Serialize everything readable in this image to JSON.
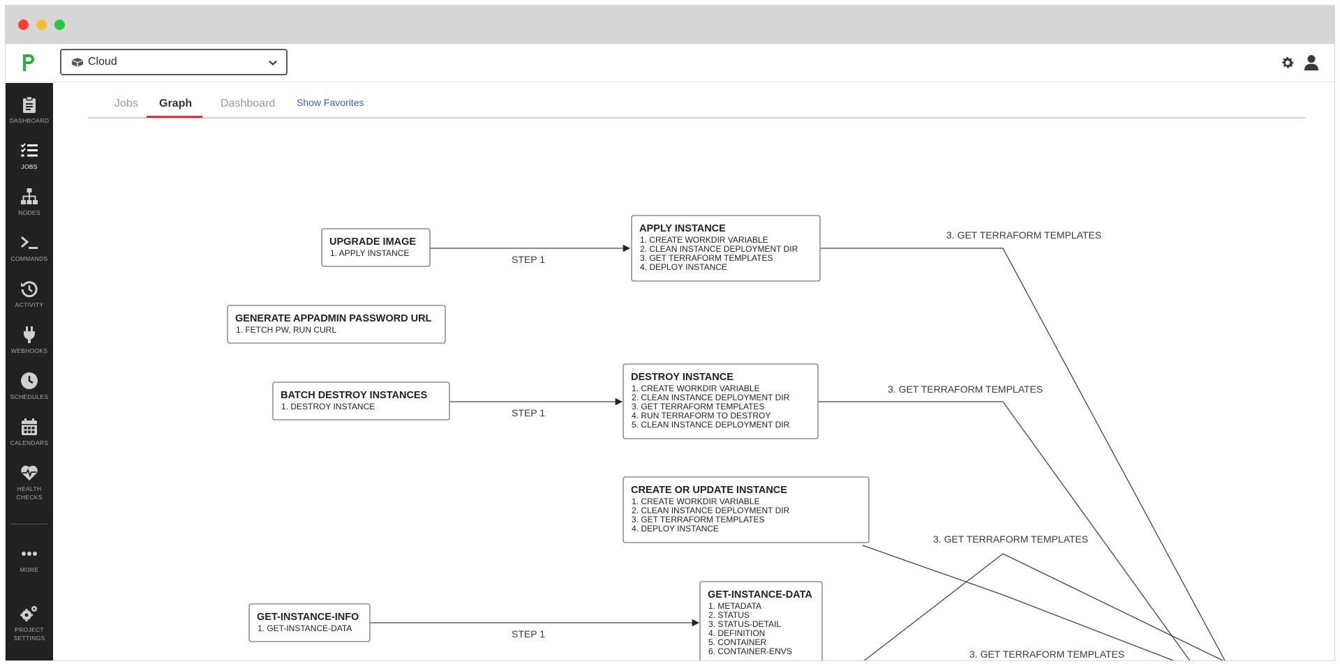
{
  "app": {
    "project_name": "Cloud",
    "accent_color": "#e03131",
    "logo_color": "#27b343"
  },
  "sidebar": {
    "items": [
      {
        "label": "DASHBOARD",
        "icon": "clipboard-icon"
      },
      {
        "label": "JOBS",
        "icon": "list-check-icon",
        "active": true
      },
      {
        "label": "NODES",
        "icon": "sitemap-icon"
      },
      {
        "label": "COMMANDS",
        "icon": "terminal-icon"
      },
      {
        "label": "ACTIVITY",
        "icon": "history-icon"
      },
      {
        "label": "WEBHOOKS",
        "icon": "plug-icon"
      },
      {
        "label": "SCHEDULES",
        "icon": "clock-icon"
      },
      {
        "label": "CALENDARS",
        "icon": "calendar-icon"
      },
      {
        "label_line1": "HEALTH",
        "label_line2": "CHECKS",
        "icon": "heartbeat-icon"
      },
      {
        "label": "MORE",
        "icon": "ellipsis-icon"
      },
      {
        "label_line1": "PROJECT",
        "label_line2": "SETTINGS",
        "icon": "gears-icon"
      }
    ]
  },
  "tabs": {
    "jobs": "Jobs",
    "graph": "Graph",
    "dashboard": "Dashboard",
    "show_favorites": "Show Favorites"
  },
  "graph": {
    "nodes": [
      {
        "title": "UPGRADE IMAGE",
        "steps": [
          "1. APPLY INSTANCE"
        ]
      },
      {
        "title": "APPLY INSTANCE",
        "steps": [
          "1. CREATE WORKDIR VARIABLE",
          "2. CLEAN INSTANCE DEPLOYMENT DIR",
          "3. GET TERRAFORM TEMPLATES",
          "4. DEPLOY INSTANCE"
        ]
      },
      {
        "title": "GENERATE APPADMIN PASSWORD URL",
        "steps": [
          "1. FETCH PW, RUN CURL"
        ]
      },
      {
        "title": "BATCH DESTROY INSTANCES",
        "steps": [
          "1. DESTROY INSTANCE"
        ]
      },
      {
        "title": "DESTROY INSTANCE",
        "steps": [
          "1. CREATE WORKDIR VARIABLE",
          "2. CLEAN INSTANCE DEPLOYMENT DIR",
          "3. GET TERRAFORM TEMPLATES",
          "4. RUN TERRAFORM TO DESTROY",
          "5. CLEAN INSTANCE DEPLOYMENT DIR"
        ]
      },
      {
        "title": "CREATE OR UPDATE INSTANCE",
        "steps": [
          "1. CREATE WORKDIR VARIABLE",
          "2. CLEAN INSTANCE DEPLOYMENT DIR",
          "3. GET TERRAFORM TEMPLATES",
          "4. DEPLOY INSTANCE"
        ]
      },
      {
        "title": "GET-INSTANCE-INFO",
        "steps": [
          "1. GET-INSTANCE-DATA"
        ]
      },
      {
        "title": "GET-INSTANCE-DATA",
        "steps": [
          "1. METADATA",
          "2. STATUS",
          "3. STATUS-DETAIL",
          "4. DEFINITION",
          "5. CONTAINER",
          "6. CONTAINER-ENVS"
        ]
      }
    ],
    "edge_labels": {
      "step1": "STEP 1",
      "terraform": "3. GET TERRAFORM TEMPLATES"
    }
  }
}
